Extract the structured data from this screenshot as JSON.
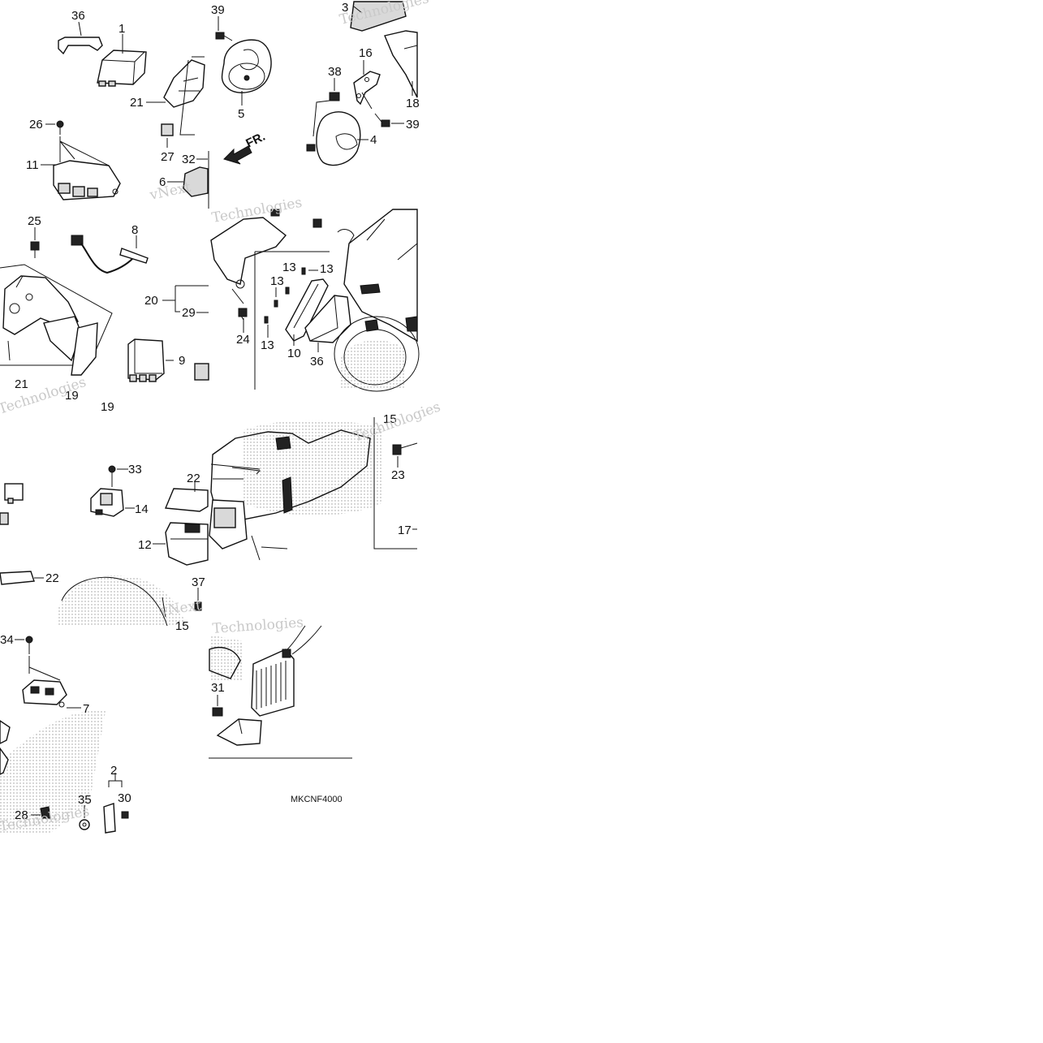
{
  "diagram": {
    "code": "MKCNF4000",
    "front_marker": "FR.",
    "watermark_lines": [
      "vNext",
      "Technologies"
    ],
    "callouts": {
      "c36a": "36",
      "c1": "1",
      "c39a": "39",
      "c3": "3",
      "c21": "21",
      "c5": "5",
      "c16": "16",
      "c38": "38",
      "c18": "18",
      "c39b": "39",
      "c26": "26",
      "c27": "27",
      "c32": "32",
      "c4": "4",
      "c11": "11",
      "c6": "6",
      "c25": "25",
      "c8": "8",
      "c20": "20",
      "c29": "29",
      "c13a": "13",
      "c13b": "13",
      "c13c": "13",
      "c13d": "13",
      "c24": "24",
      "c9": "9",
      "c10": "10",
      "c36b": "36",
      "c21b": "21",
      "c19a": "19",
      "c19b": "19",
      "c33": "33",
      "c22a": "22",
      "c14": "14",
      "c12": "12",
      "c22b": "22",
      "c37": "37",
      "c15a": "15",
      "c15b": "15",
      "c23": "23",
      "c17": "17",
      "c34": "34",
      "c7": "7",
      "c31": "31",
      "c2": "2",
      "c30": "30",
      "c35": "35",
      "c28": "28"
    }
  }
}
